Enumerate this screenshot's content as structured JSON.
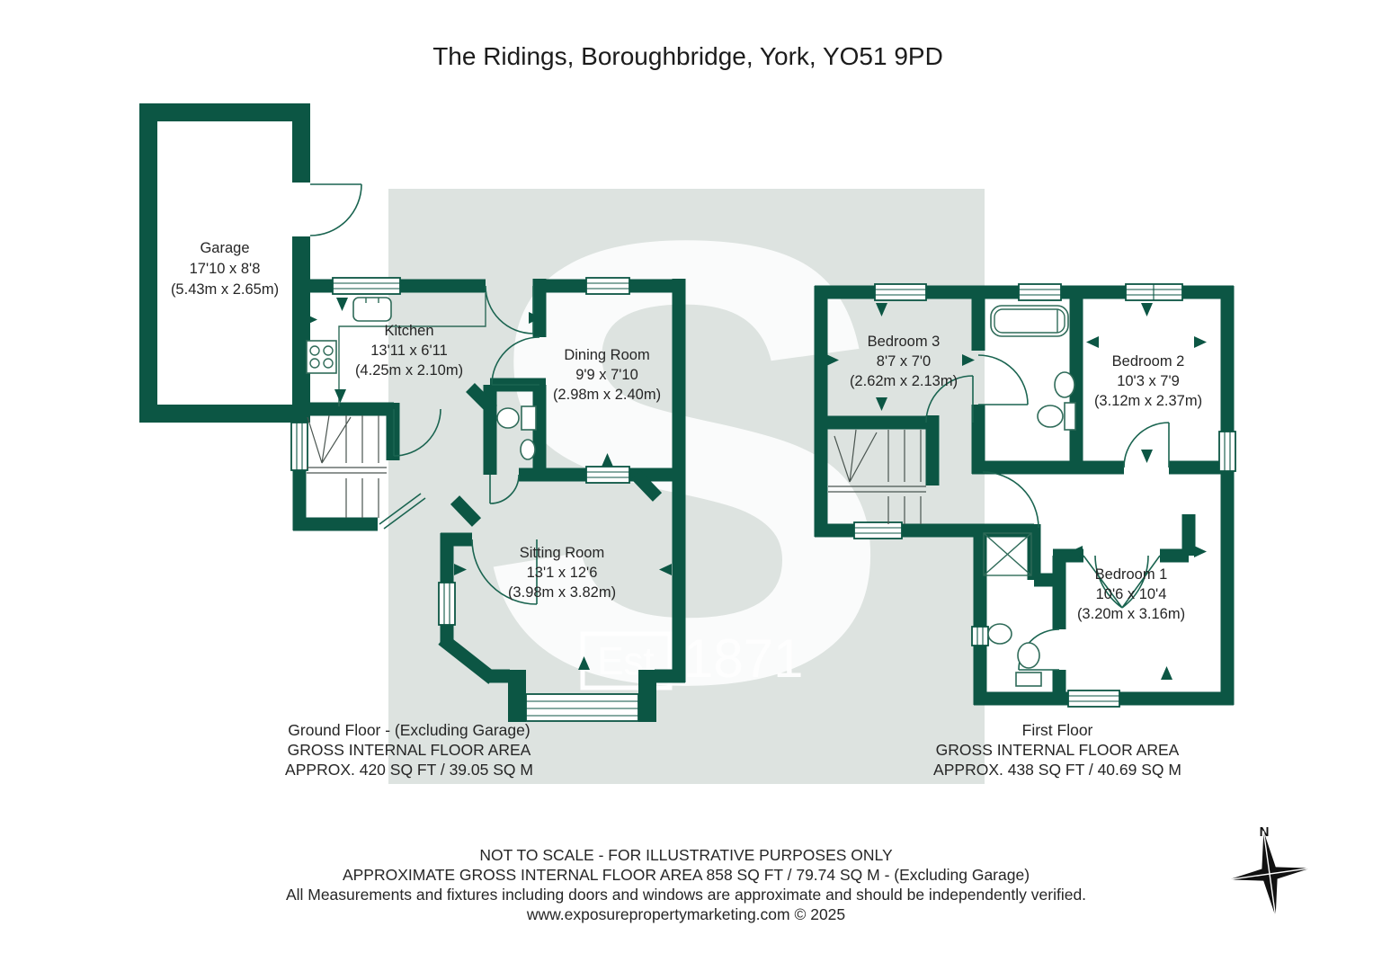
{
  "title": "The Ridings, Boroughbridge, York, YO51 9PD",
  "watermark": {
    "letter": "S",
    "est": "Est",
    "year": "1871"
  },
  "colors": {
    "wall": "#0c5644",
    "panel": "#dde3e0",
    "text": "#262626"
  },
  "compass": {
    "label": "N"
  },
  "ground_floor": {
    "rooms": {
      "garage": {
        "name": "Garage",
        "imperial": "17'10 x 8'8",
        "metric": "(5.43m x 2.65m)"
      },
      "kitchen": {
        "name": "Kitchen",
        "imperial": "13'11 x 6'11",
        "metric": "(4.25m x 2.10m)"
      },
      "dining": {
        "name": "Dining Room",
        "imperial": "9'9 x 7'10",
        "metric": "(2.98m x 2.40m)"
      },
      "sitting": {
        "name": "Sitting Room",
        "imperial": "13'1 x 12'6",
        "metric": "(3.98m x 3.82m)"
      }
    },
    "caption": [
      "Ground Floor - (Excluding Garage)",
      "GROSS INTERNAL FLOOR AREA",
      "APPROX. 420 SQ FT / 39.05 SQ M"
    ]
  },
  "first_floor": {
    "rooms": {
      "bedroom3": {
        "name": "Bedroom 3",
        "imperial": "8'7 x 7'0",
        "metric": "(2.62m x 2.13m)"
      },
      "bedroom2": {
        "name": "Bedroom 2",
        "imperial": "10'3 x 7'9",
        "metric": "(3.12m x 2.37m)"
      },
      "bedroom1": {
        "name": "Bedroom 1",
        "imperial": "10'6 x 10'4",
        "metric": "(3.20m x 3.16m)"
      }
    },
    "caption": [
      "First Floor",
      "GROSS INTERNAL FLOOR AREA",
      "APPROX. 438 SQ FT / 40.69 SQ M"
    ]
  },
  "footer": [
    "NOT TO SCALE - FOR ILLUSTRATIVE PURPOSES ONLY",
    "APPROXIMATE GROSS INTERNAL FLOOR AREA 858 SQ FT / 79.74 SQ M - (Excluding Garage)",
    "All Measurements and fixtures including doors and windows are approximate and should be independently verified.",
    "www.exposurepropertymarketing.com © 2025"
  ]
}
